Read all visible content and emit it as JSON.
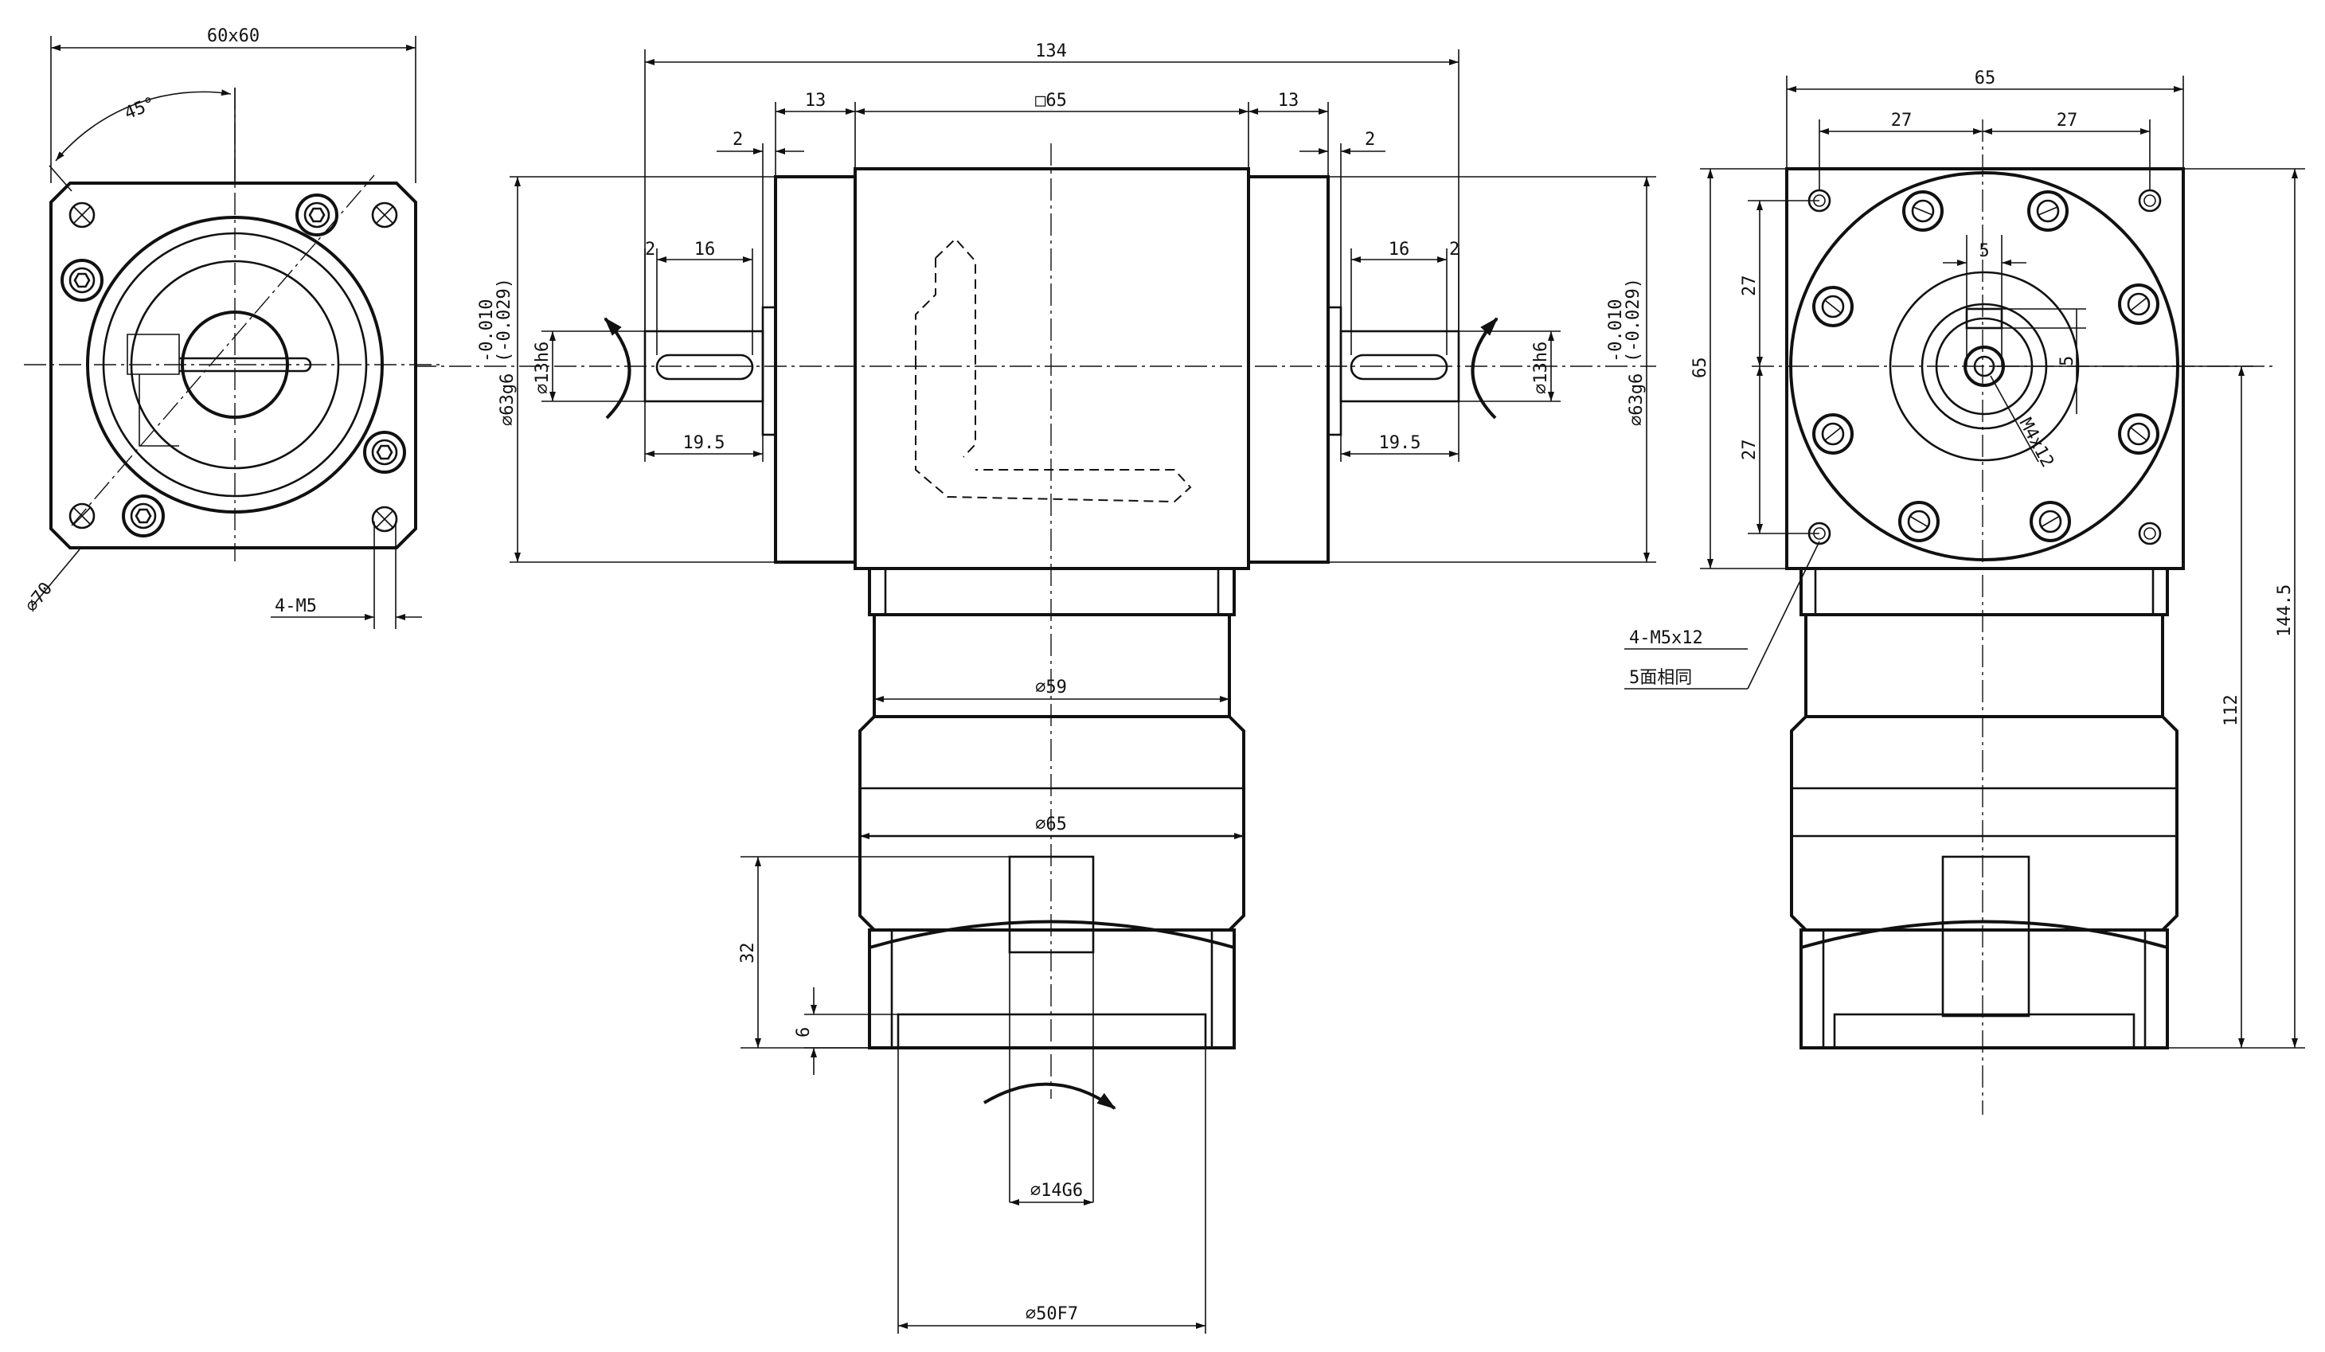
{
  "front_view": {
    "square": "60x60",
    "angle": "45°",
    "pcd": "⌀70",
    "mount_holes": "4-M5"
  },
  "side_view": {
    "overall_width": "134",
    "flange_square": "□65",
    "flange_len_left": "13",
    "flange_len_right": "13",
    "pilot_left": "2",
    "pilot_right": "2",
    "key_len_left": "16",
    "key_len_right": "16",
    "key_offset_left": "2",
    "key_offset_right": "2",
    "shaft_len_left": "19.5",
    "shaft_len_right": "19.5",
    "shaft_dia_left": "⌀13h6",
    "shaft_dia_right": "⌀13h6",
    "pilot_dia_left": "⌀63g6",
    "pilot_dia_right": "⌀63g6",
    "pilot_tol_upper": "-0.010",
    "pilot_tol_lower": "(-0.029)",
    "body_dia": "⌀59",
    "housing_dia": "⌀65",
    "bore_depth": "32",
    "recess_depth": "6",
    "bore_dia": "⌀14G6",
    "spigot_dia": "⌀50F7"
  },
  "right_view": {
    "width": "65",
    "half_left": "27",
    "half_right": "27",
    "height": "65",
    "half_top": "27",
    "half_bottom": "27",
    "key_width": "5",
    "key_depth": "5",
    "center_thread": "M4x12",
    "holes_note": "4-M5x12",
    "holes_note_2": "5面相同",
    "height_112": "112",
    "height_total": "144.5"
  }
}
